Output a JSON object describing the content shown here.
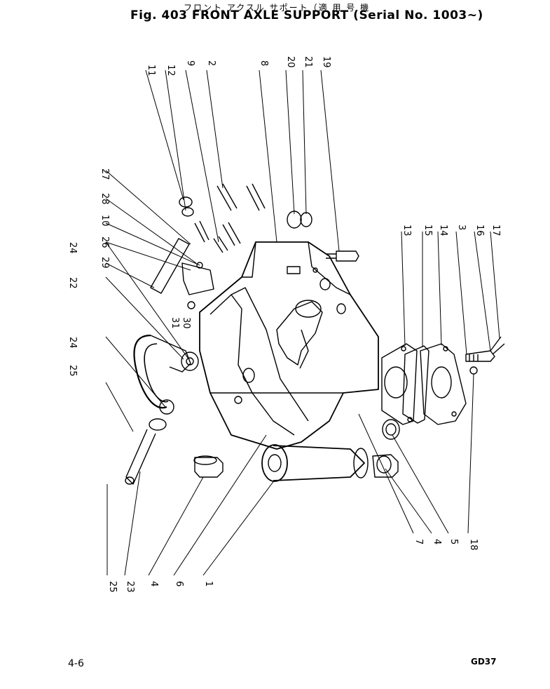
{
  "header": {
    "title_jp": "フロント アクスル サポート（適 用 号 機",
    "title_main": "Fig. 403 FRONT AXLE SUPPORT (Serial No. 1003∼)"
  },
  "footer": {
    "page_number": "4-6",
    "drawing_code": "GD37"
  },
  "callouts": {
    "c11": "11",
    "c12": "12",
    "c9": "9",
    "c2": "2",
    "c8": "8",
    "c20": "20",
    "c21": "21",
    "c19": "19",
    "c27": "27",
    "c28": "28",
    "c10": "10",
    "c26": "26",
    "c29": "29",
    "c24a": "24",
    "c22": "22",
    "c31": "31",
    "c30": "30",
    "c24b": "24",
    "c25a": "25",
    "c13": "13",
    "c15": "15",
    "c14": "14",
    "c3": "3",
    "c16": "16",
    "c17": "17",
    "c7": "7",
    "c4a": "4",
    "c5": "5",
    "c18": "18",
    "c25b": "25",
    "c23": "23",
    "c4b": "4",
    "c6": "6",
    "c1": "1"
  }
}
